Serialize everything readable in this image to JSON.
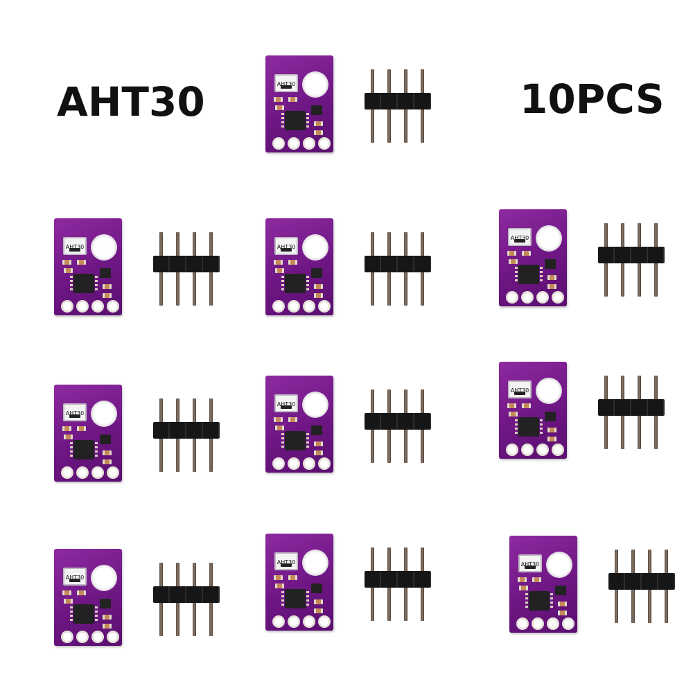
{
  "labels": {
    "model": "AHT30",
    "quantity": "10PCS"
  },
  "module": {
    "chip_text": "AHT30"
  },
  "colors": {
    "pcb": "#6e1684",
    "background": "#ffffff",
    "text": "#111111"
  },
  "units": [
    {
      "id": 1
    },
    {
      "id": 2
    },
    {
      "id": 3
    },
    {
      "id": 4
    },
    {
      "id": 5
    },
    {
      "id": 6
    },
    {
      "id": 7
    },
    {
      "id": 8
    },
    {
      "id": 9
    },
    {
      "id": 10
    }
  ]
}
